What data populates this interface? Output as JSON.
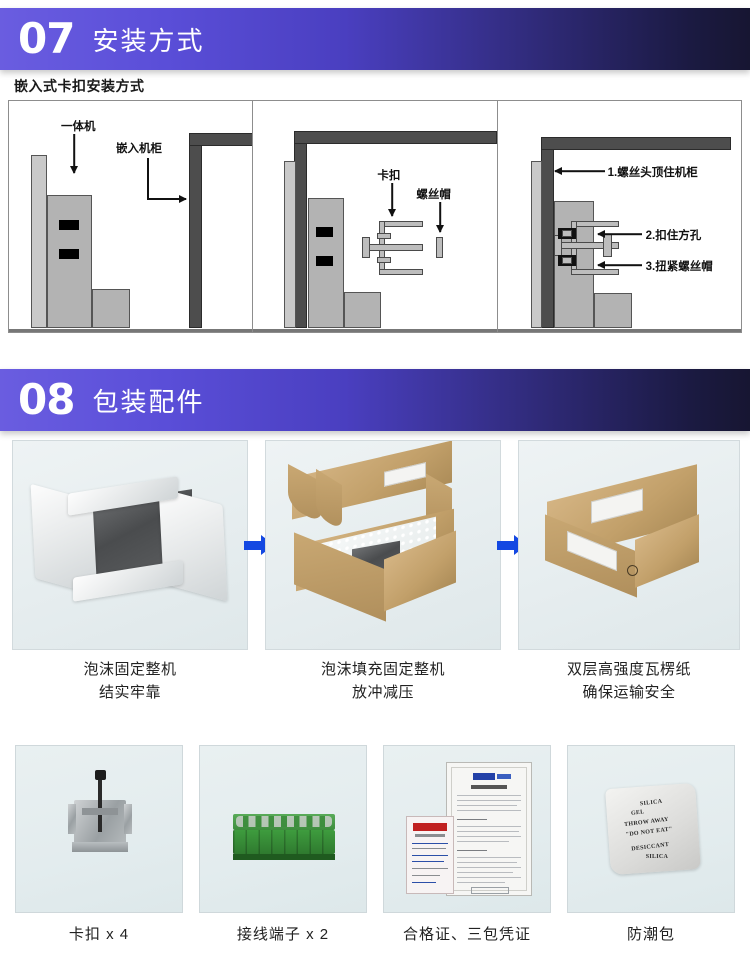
{
  "sections": [
    {
      "number": "07",
      "title": "安装方式",
      "subtitle": "嵌入式卡扣安装方式"
    },
    {
      "number": "08",
      "title": "包装配件"
    }
  ],
  "diagram": {
    "panels": [
      {
        "labels": [
          {
            "text": "一体机"
          },
          {
            "text": "嵌入机柜"
          }
        ]
      },
      {
        "labels": [
          {
            "text": "卡扣"
          },
          {
            "text": "螺丝帽"
          }
        ]
      },
      {
        "labels": [
          {
            "text": "1.螺丝头顶住机柜"
          },
          {
            "text": "2.扣住方孔"
          },
          {
            "text": "3.扭紧螺丝帽"
          }
        ]
      }
    ]
  },
  "packaging": {
    "steps": [
      {
        "caption_line1": "泡沫固定整机",
        "caption_line2": "结实牢靠",
        "image": "foam-packed-device-photo"
      },
      {
        "caption_line1": "泡沫填充固定整机",
        "caption_line2": "放冲减压",
        "image": "open-carton-with-foam-photo"
      },
      {
        "caption_line1": "双层高强度瓦楞纸",
        "caption_line2": "确保运输安全",
        "image": "sealed-carton-box-photo"
      }
    ],
    "arrow_color": "#1448e2"
  },
  "accessories": [
    {
      "caption": "卡扣 x 4",
      "image": "metal-clip-photo"
    },
    {
      "caption": "接线端子 x 2",
      "image": "green-terminal-block-photo"
    },
    {
      "caption": "合格证、三包凭证",
      "image": "certificate-documents-photo"
    },
    {
      "caption": "防潮包",
      "image": "silica-gel-desiccant-photo"
    }
  ],
  "silica_text": {
    "l1": "SILICA",
    "l2": "GEL",
    "l3": "THROW AWAY",
    "l4": "\"DO NOT EAT\"",
    "l5": "DESICCANT",
    "l6": "SILICA"
  },
  "colors": {
    "banner_start": "#6a5de0",
    "banner_end": "#171632",
    "arrow_blue": "#1448e2",
    "card_bg": "#e6edef"
  }
}
